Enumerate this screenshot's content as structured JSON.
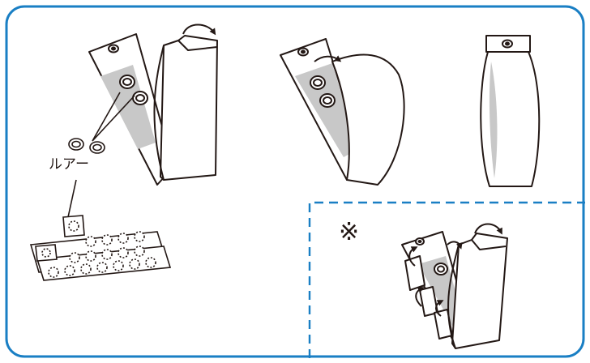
{
  "labels": {
    "lure": "ルアー",
    "note_mark": "※"
  },
  "colors": {
    "frame_border": "#1a7fc4",
    "note_border": "#1a7fc4",
    "ink": "#231815",
    "gray_fill": "#c8c8c8",
    "paper": "#ffffff"
  },
  "steps": [
    {
      "name": "step-1-open-package"
    },
    {
      "name": "step-2-fold-flap"
    },
    {
      "name": "step-3-closed-package"
    }
  ],
  "note": {
    "name": "note-alternate-fold"
  }
}
